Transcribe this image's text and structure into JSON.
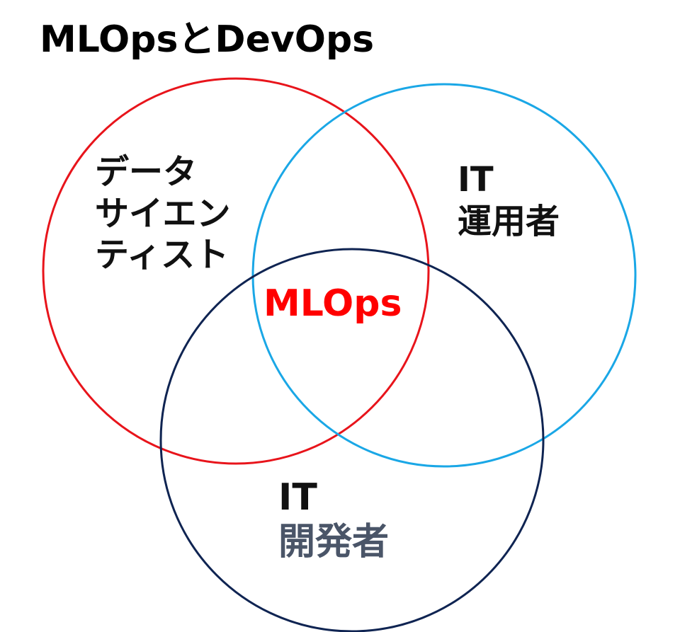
{
  "title": "MLOpsとDevOps",
  "venn": {
    "circles": [
      {
        "name": "データサイエンティスト",
        "color": "#e8141b"
      },
      {
        "name": "IT運用者",
        "color": "#1aa7e6"
      },
      {
        "name": "IT開発者",
        "color": "#0f2452"
      }
    ],
    "data_scientist": {
      "line1": "データ",
      "line2": "サイエン",
      "line3": "ティスト"
    },
    "it_operations": {
      "line1": "IT",
      "line2": "運用者"
    },
    "it_developer": {
      "line1": "IT",
      "line2": "開発者"
    },
    "center": "MLOps",
    "center_color": "#ff0000"
  }
}
